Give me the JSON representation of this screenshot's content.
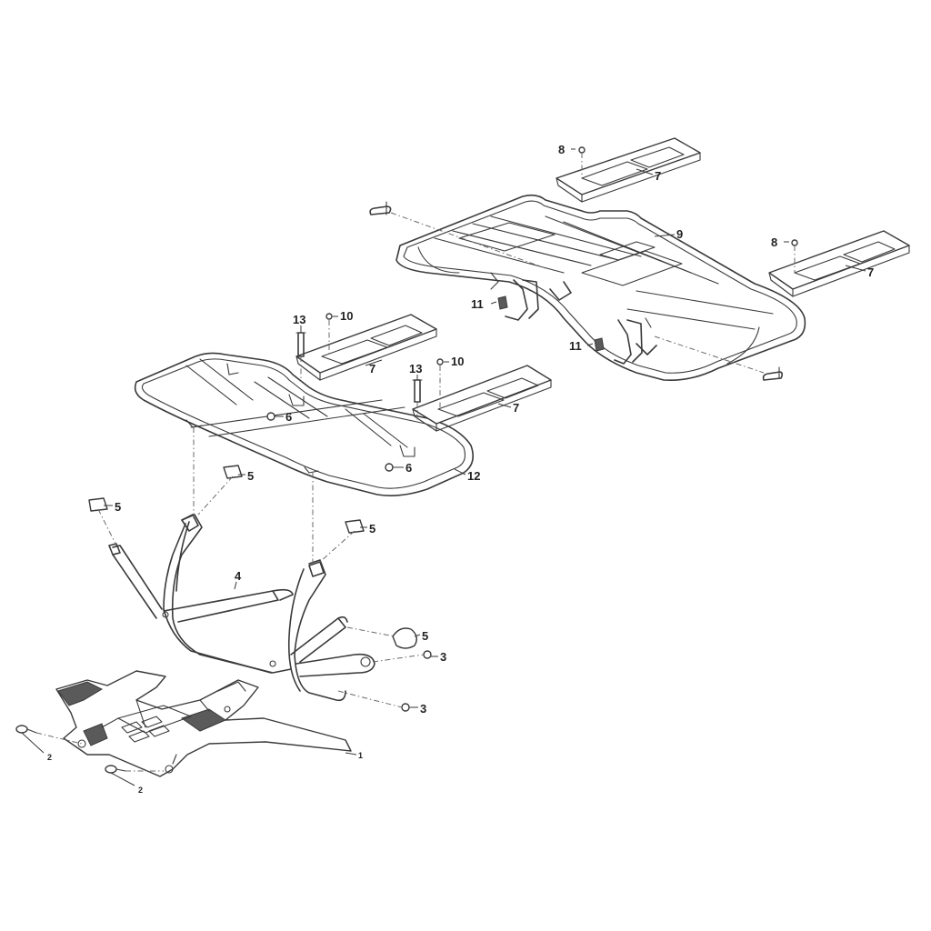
{
  "callouts": {
    "c1": "1",
    "c2a": "2",
    "c2b": "2",
    "c3a": "3",
    "c3b": "3",
    "c4": "4",
    "c5a": "5",
    "c5b": "5",
    "c5c": "5",
    "c5d": "5",
    "c6a": "6",
    "c6b": "6",
    "c7a": "7",
    "c7b": "7",
    "c7c": "7",
    "c7d": "7",
    "c8a": "8",
    "c8b": "8",
    "c9": "9",
    "c10a": "10",
    "c10b": "10",
    "c11a": "11",
    "c11b": "11",
    "c12": "12",
    "c13a": "13",
    "c13b": "13"
  }
}
